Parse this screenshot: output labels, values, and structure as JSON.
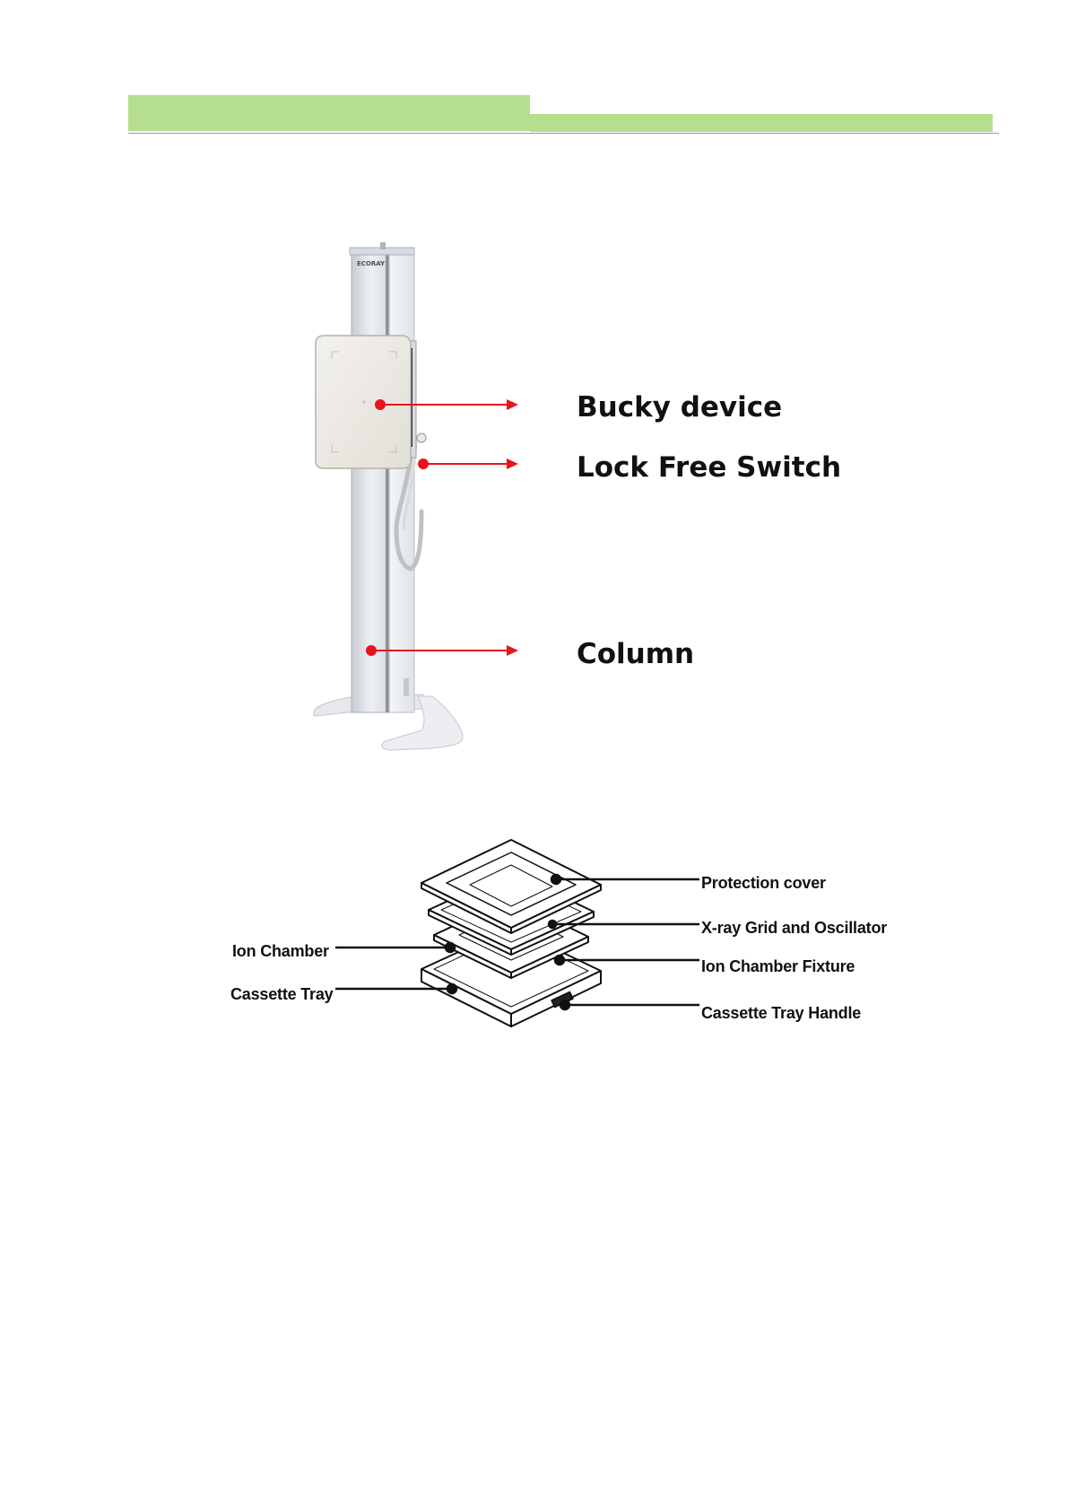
{
  "header": {
    "bar_color": "#b5df8e",
    "rule_color": "#9a9a9a"
  },
  "stand_figure": {
    "brand_text": "ECORAY",
    "callouts": {
      "bucky": "Bucky device",
      "lock": "Lock Free Switch",
      "column": "Column"
    },
    "arrow_color": "#e8141b"
  },
  "bucky_figure": {
    "labels": {
      "protection_cover": "Protection cover",
      "grid": "X-ray Grid and Oscillator",
      "ion_chamber_fixture": "Ion Chamber Fixture",
      "cassette_tray_handle": "Cassette Tray Handle",
      "ion_chamber": "Ion Chamber",
      "cassette_tray": "Cassette Tray"
    }
  }
}
